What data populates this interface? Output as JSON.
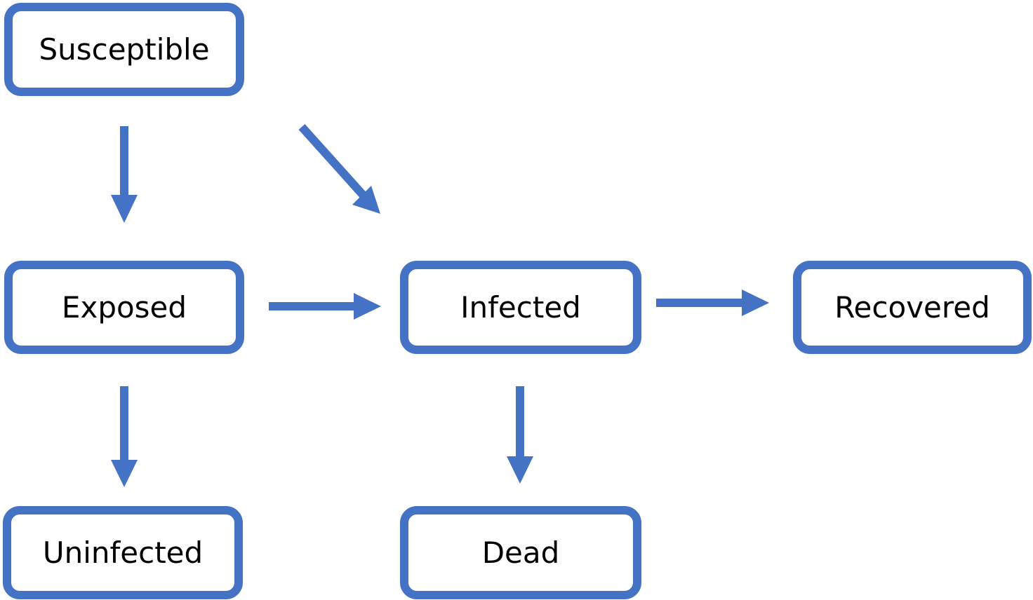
{
  "diagram": {
    "accent_color": "#4472C4",
    "nodes": {
      "susceptible": "Susceptible",
      "exposed": "Exposed",
      "infected": "Infected",
      "recovered": "Recovered",
      "uninfected": "Uninfected",
      "dead": "Dead"
    },
    "edges": [
      {
        "from": "susceptible",
        "to": "exposed"
      },
      {
        "from": "susceptible",
        "to": "infected"
      },
      {
        "from": "exposed",
        "to": "infected"
      },
      {
        "from": "infected",
        "to": "recovered"
      },
      {
        "from": "exposed",
        "to": "uninfected"
      },
      {
        "from": "infected",
        "to": "dead"
      }
    ]
  }
}
